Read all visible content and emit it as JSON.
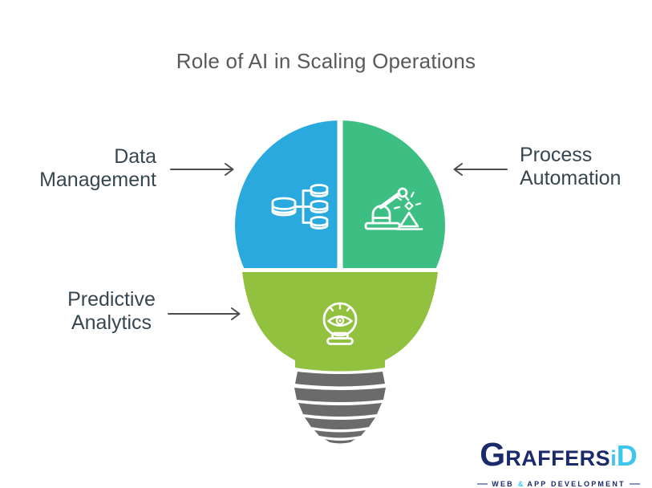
{
  "title": "Role of AI in Scaling Operations",
  "colors": {
    "data_management": "#2aa9df",
    "process_automation": "#3dbf84",
    "predictive_analytics": "#91c13f",
    "screw_base": "#6b6b6b",
    "arrow": "#4d4d4d",
    "label_text": "#37474f",
    "title_text": "#58595b",
    "icon_stroke": "#ffffff",
    "logo_navy": "#1b2a6b",
    "logo_cyan": "#3fc6ee"
  },
  "segments": [
    {
      "id": "data-management",
      "label_line1": "Data",
      "label_line2": "Management",
      "icon": "database-icon",
      "position": "top-left",
      "color": "#2aa9df"
    },
    {
      "id": "process-automation",
      "label_line1": "Process",
      "label_line2": "Automation",
      "icon": "robot-arm-icon",
      "position": "top-right",
      "color": "#3dbf84"
    },
    {
      "id": "predictive-analytics",
      "label_line1": "Predictive",
      "label_line2": "Analytics",
      "icon": "crystal-ball-icon",
      "position": "bottom",
      "color": "#91c13f"
    }
  ],
  "labels": {
    "data_management": {
      "line1": "Data",
      "line2": "Management"
    },
    "process_automation": {
      "line1": "Process",
      "line2": "Automation"
    },
    "predictive_analytics": {
      "line1": "Predictive",
      "line2": "Analytics"
    }
  },
  "logo": {
    "brand_g": "G",
    "brand_rest": "RAFFERS",
    "brand_i": "i",
    "brand_d": "D",
    "tagline_web": "WEB",
    "tagline_amp": "&",
    "tagline_rest": "APP DEVELOPMENT"
  }
}
